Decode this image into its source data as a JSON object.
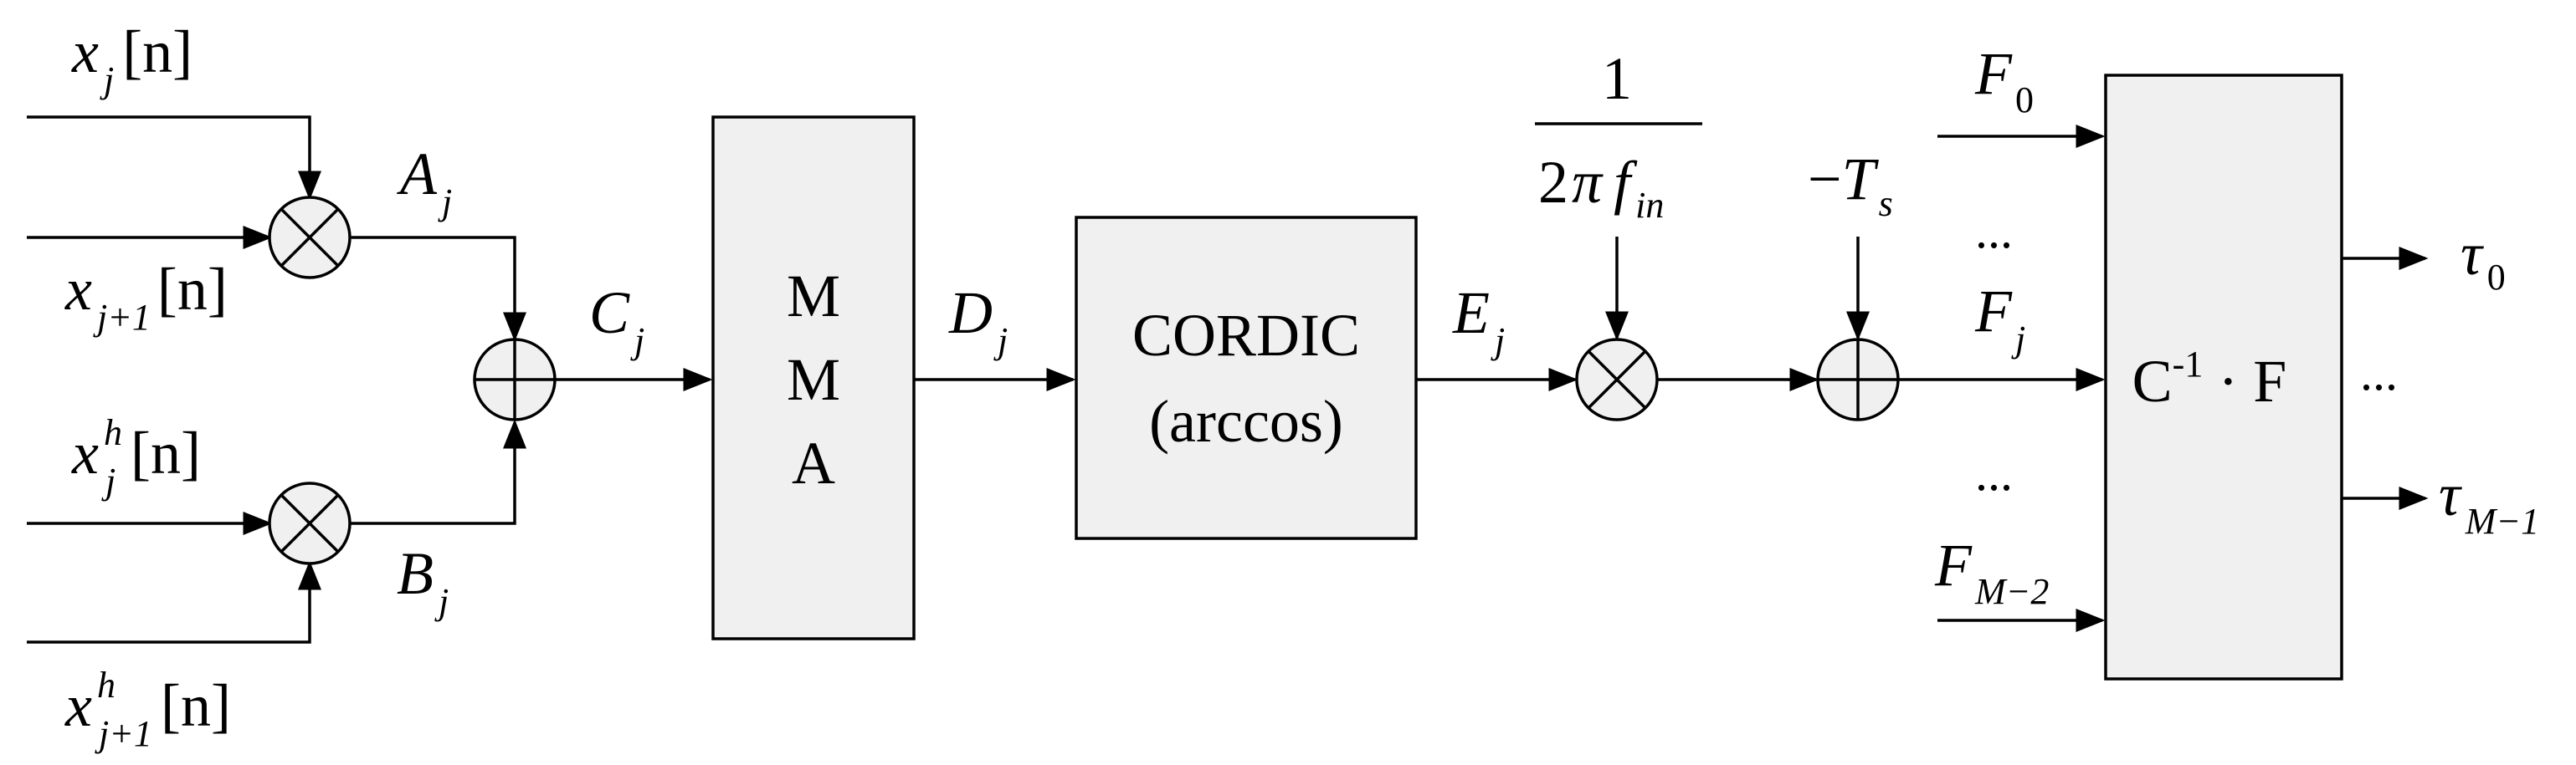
{
  "inputs": {
    "x_j": {
      "base": "x",
      "sub": "j",
      "arg": "[n]"
    },
    "x_j1": {
      "base": "x",
      "sub": "j+1",
      "arg": "[n]"
    },
    "xh_j": {
      "base": "x",
      "sup": "h",
      "sub": "j",
      "arg": "[n]"
    },
    "xh_j1": {
      "base": "x",
      "sup": "h",
      "sub": "j+1",
      "arg": "[n]"
    }
  },
  "signals": {
    "A": {
      "base": "A",
      "sub": "j"
    },
    "B": {
      "base": "B",
      "sub": "j"
    },
    "C": {
      "base": "C",
      "sub": "j"
    },
    "D": {
      "base": "D",
      "sub": "j"
    },
    "E": {
      "base": "E",
      "sub": "j"
    }
  },
  "blocks": {
    "mma": {
      "lines": [
        "M",
        "M",
        "A"
      ]
    },
    "cordic": {
      "line1": "CORDIC",
      "line2": "(arccos)"
    },
    "cf": {
      "pre": "C",
      "sup": "-1",
      "mid": " · F"
    }
  },
  "scale_factor": {
    "numerator": "1",
    "denominator_pre": "2",
    "pi": "π",
    "f": "f",
    "sub": "in"
  },
  "offset": {
    "minus": "−",
    "base": "T",
    "sub": "s"
  },
  "f_inputs": {
    "F0": {
      "base": "F",
      "sub": "0"
    },
    "Fj": {
      "base": "F",
      "sub": "j"
    },
    "FM2": {
      "base": "F",
      "sub": "M−2"
    },
    "dots_top": "...",
    "dots_bottom": "..."
  },
  "outputs": {
    "tau0": {
      "base": "τ",
      "sub": "0"
    },
    "tauM1": {
      "base": "τ",
      "sub": "M−1"
    },
    "dots": "..."
  }
}
